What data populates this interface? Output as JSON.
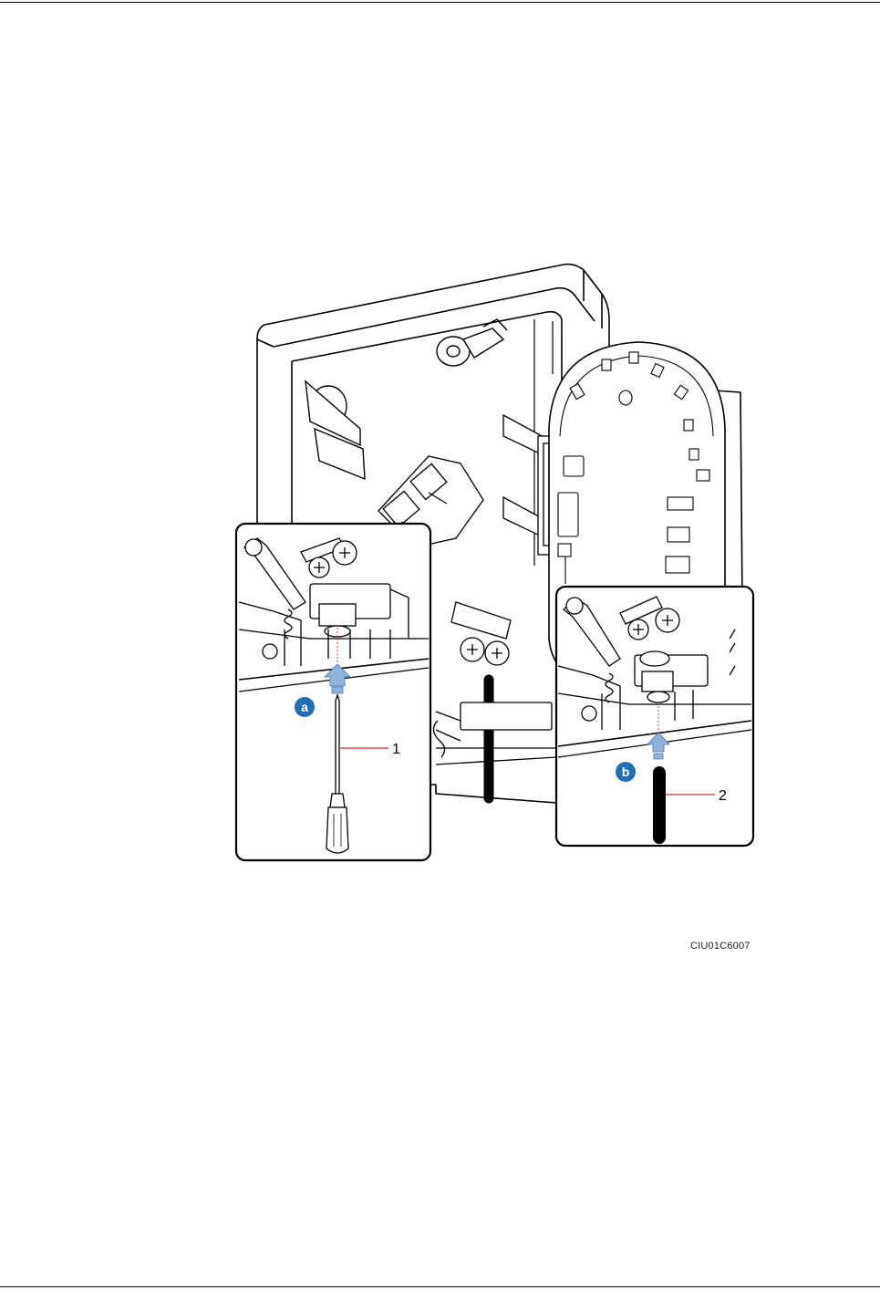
{
  "figure": {
    "callouts": [
      {
        "id": "1",
        "text": "1",
        "icon": "screwdriver-icon"
      },
      {
        "id": "2",
        "text": "2",
        "icon": "cable-icon"
      }
    ],
    "steps": [
      {
        "id": "a",
        "text": "a"
      },
      {
        "id": "b",
        "text": "b"
      }
    ],
    "figure_code": "CIU01C6007",
    "colors": {
      "line": "#000000",
      "step_badge": "#1f6fb4",
      "arrow": "#8fb3d9",
      "leader": "#e03030"
    }
  }
}
